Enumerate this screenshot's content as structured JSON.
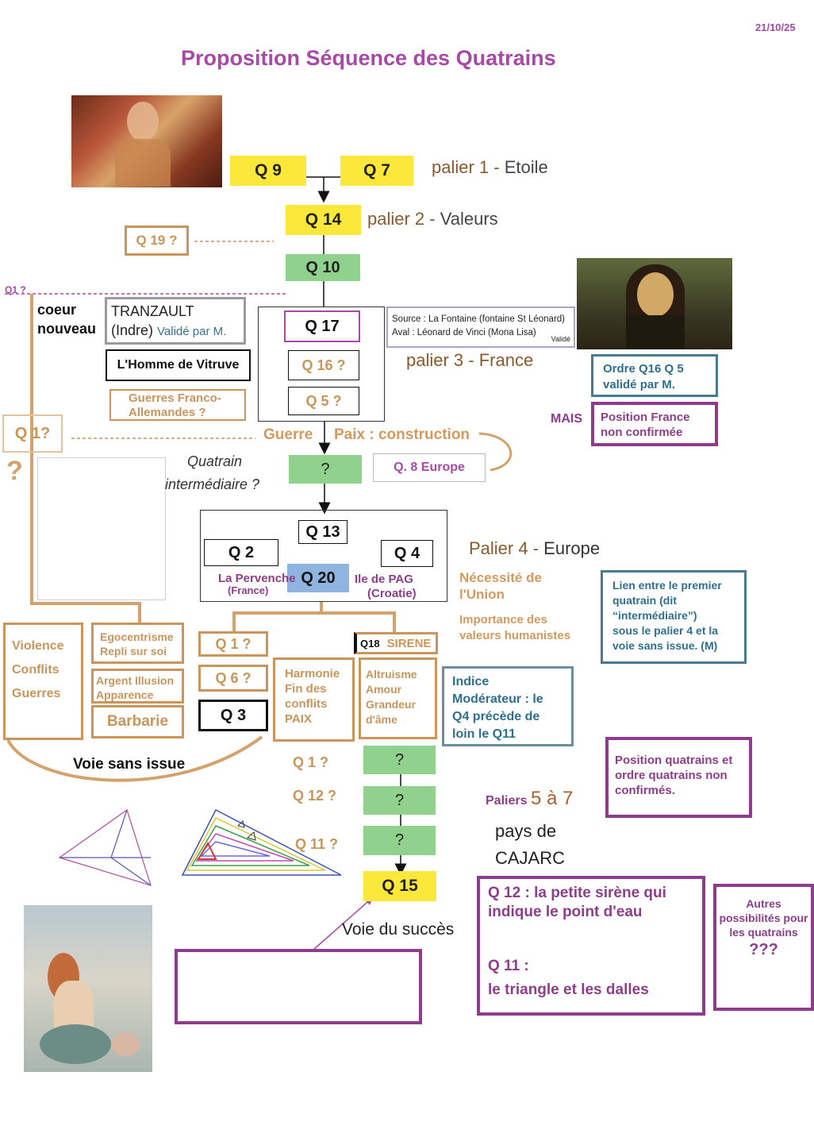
{
  "header": {
    "date": "21/10/25",
    "title": "Proposition Séquence des Quatrains"
  },
  "colors": {
    "title": "#a64aa6",
    "yellow": "#fbe83a",
    "green": "#8fd18d",
    "tan": "#c9955b",
    "plum": "#8e3d8c",
    "teal": "#2e6f8e",
    "brown_text": "#8a5a2e"
  },
  "paliers": {
    "p1_num": "palier 1 -",
    "p1_name": "Etoile",
    "p2_num": "palier 2 -",
    "p2_name": "Valeurs",
    "p3_num": "palier 3 -",
    "p3_name": "France",
    "p4_num": "Palier 4 -",
    "p4_name": "Europe",
    "p57_small": "Paliers",
    "p57_big": "5 à 7",
    "p57_line1": "pays de",
    "p57_line2": "CAJARC"
  },
  "nodes": {
    "q9": "Q 9",
    "q7": "Q 7",
    "q14": "Q 14",
    "q10": "Q 10",
    "q19": "Q 19 ?",
    "q1_top": "Q1 ?",
    "q17": "Q 17",
    "q16": "Q 16 ?",
    "q5": "Q 5 ?",
    "q1_left": "Q   1?",
    "question_left": "?",
    "interm": "?",
    "q8": "Q. 8 Europe",
    "q13": "Q 13",
    "q2": "Q 2",
    "q4": "Q 4",
    "q20": "Q 20",
    "q1_bottom": "Q 1 ?",
    "q6": "Q 6 ?",
    "q3": "Q 3",
    "q18_num": "Q18",
    "q18_name": "SIRENE",
    "step_q1": "Q 1 ?",
    "step_q12": "Q 12 ?",
    "step_q11": "Q 11 ?",
    "step_mark1": "?",
    "step_mark2": "?",
    "step_mark3": "?",
    "q15": "Q 15"
  },
  "labels": {
    "coeur": "coeur",
    "nouveau": "nouveau",
    "tranzault_1": "TRANZAULT",
    "tranzault_2": "(Indre)",
    "valide_m": "Validé par M.",
    "vitruve": "L'Homme de Vitruve",
    "guerres_1": "Guerres Franco-",
    "guerres_2": "Allemandes ?",
    "source_1": "Source : La Fontaine (fontaine St Léonard)",
    "source_2": "Aval : Léonard de Vinci (Mona Lisa)",
    "source_valide": "Validé",
    "ordre_1": "Ordre Q16 Q 5",
    "ordre_2": "validé par M.",
    "mais": "MAIS",
    "position_1": "Position France",
    "position_2": "non confirmée",
    "guerre": "Guerre",
    "paix": "Paix : construction",
    "quatrain_1": "Quatrain",
    "quatrain_2": "intermédiaire ?",
    "pervenche_1": "La Pervenche",
    "pervenche_2": "(France)",
    "pag_1": "Ile de PAG",
    "pag_2": "(Croatie)",
    "necessite_1": "Nécessité de",
    "necessite_2": "l'Union",
    "importance_1": "Importance des",
    "importance_2": "valeurs  humanistes",
    "lien_1": "Lien entre le premier",
    "lien_2": "quatrain (dit",
    "lien_3": "“intermédiaire”)",
    "lien_4": "sous le palier 4 et la",
    "lien_5": "voie sans issue. (M)",
    "violence": "Violence",
    "conflits": "Conflits",
    "guerres": "Guerres",
    "ego_1": "Egocentrisme",
    "ego_2": "Repli sur soi",
    "argent_1": "Argent Illusion",
    "argent_2": "Apparence",
    "barbarie": "Barbarie",
    "harmonie_1": "Harmonie",
    "harmonie_2": "Fin des",
    "harmonie_3": "conflits",
    "harmonie_4": "PAIX",
    "altruisme_1": "Altruisme",
    "altruisme_2": "Amour",
    "altruisme_3": "Grandeur",
    "altruisme_4": "d'âme",
    "indice_1": "Indice",
    "indice_2": "Modérateur : le",
    "indice_3": "Q4 précède de",
    "indice_4": "loin le Q11",
    "voie_sans_issue": "Voie sans issue",
    "voie_succes": "Voie du succès",
    "posq_1": "Position quatrains et",
    "posq_2": "ordre quatrains non",
    "posq_3": "confirmés.",
    "q12_desc_1": "Q 12 : la petite sirène qui",
    "q12_desc_2": "indique le point d'eau",
    "q11_desc_1": "Q 11 :",
    "q11_desc_2": "le triangle et les dalles",
    "autres_1": "Autres",
    "autres_2": "possibilités pour",
    "autres_3": "les quatrains",
    "autres_4": "???"
  },
  "images": {
    "top_left": "klimt-painting",
    "mona_lisa": "mona-lisa-painting",
    "mermaid": "mermaid-illustration"
  }
}
